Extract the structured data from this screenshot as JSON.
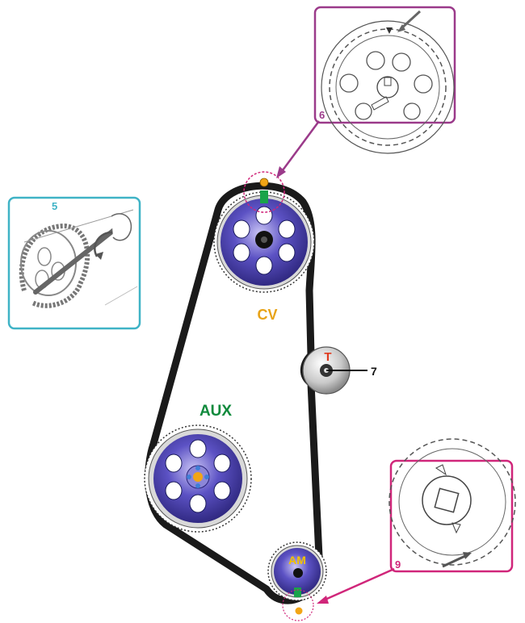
{
  "labels": {
    "cam": "CV",
    "aux": "AUX",
    "crank": "AM",
    "tensioner": "T",
    "callout_tensioner": "7",
    "inset_tool": "5",
    "inset_cam_mark": "6",
    "inset_crank_mark": "9"
  },
  "colors": {
    "belt": "#1a1a1a",
    "pulley_face": "#4a3fb0",
    "pulley_light": "#a49ee8",
    "cam_label": "#e8a317",
    "aux_label": "#0f8a3c",
    "crank_label": "#f2c200",
    "tensioner_label": "#e03a1e",
    "inset_tool_frame": "#3fb3c6",
    "inset_cam_frame": "#9b3a8a",
    "inset_crank_frame": "#d0267a",
    "timing_mark": "#1aa34a",
    "hub_dot": "#f2a516"
  },
  "icons": [
    "cam-pulley-icon",
    "aux-pulley-icon",
    "crank-pulley-icon",
    "tensioner-icon",
    "wrench-icon",
    "timing-mark-icon"
  ]
}
